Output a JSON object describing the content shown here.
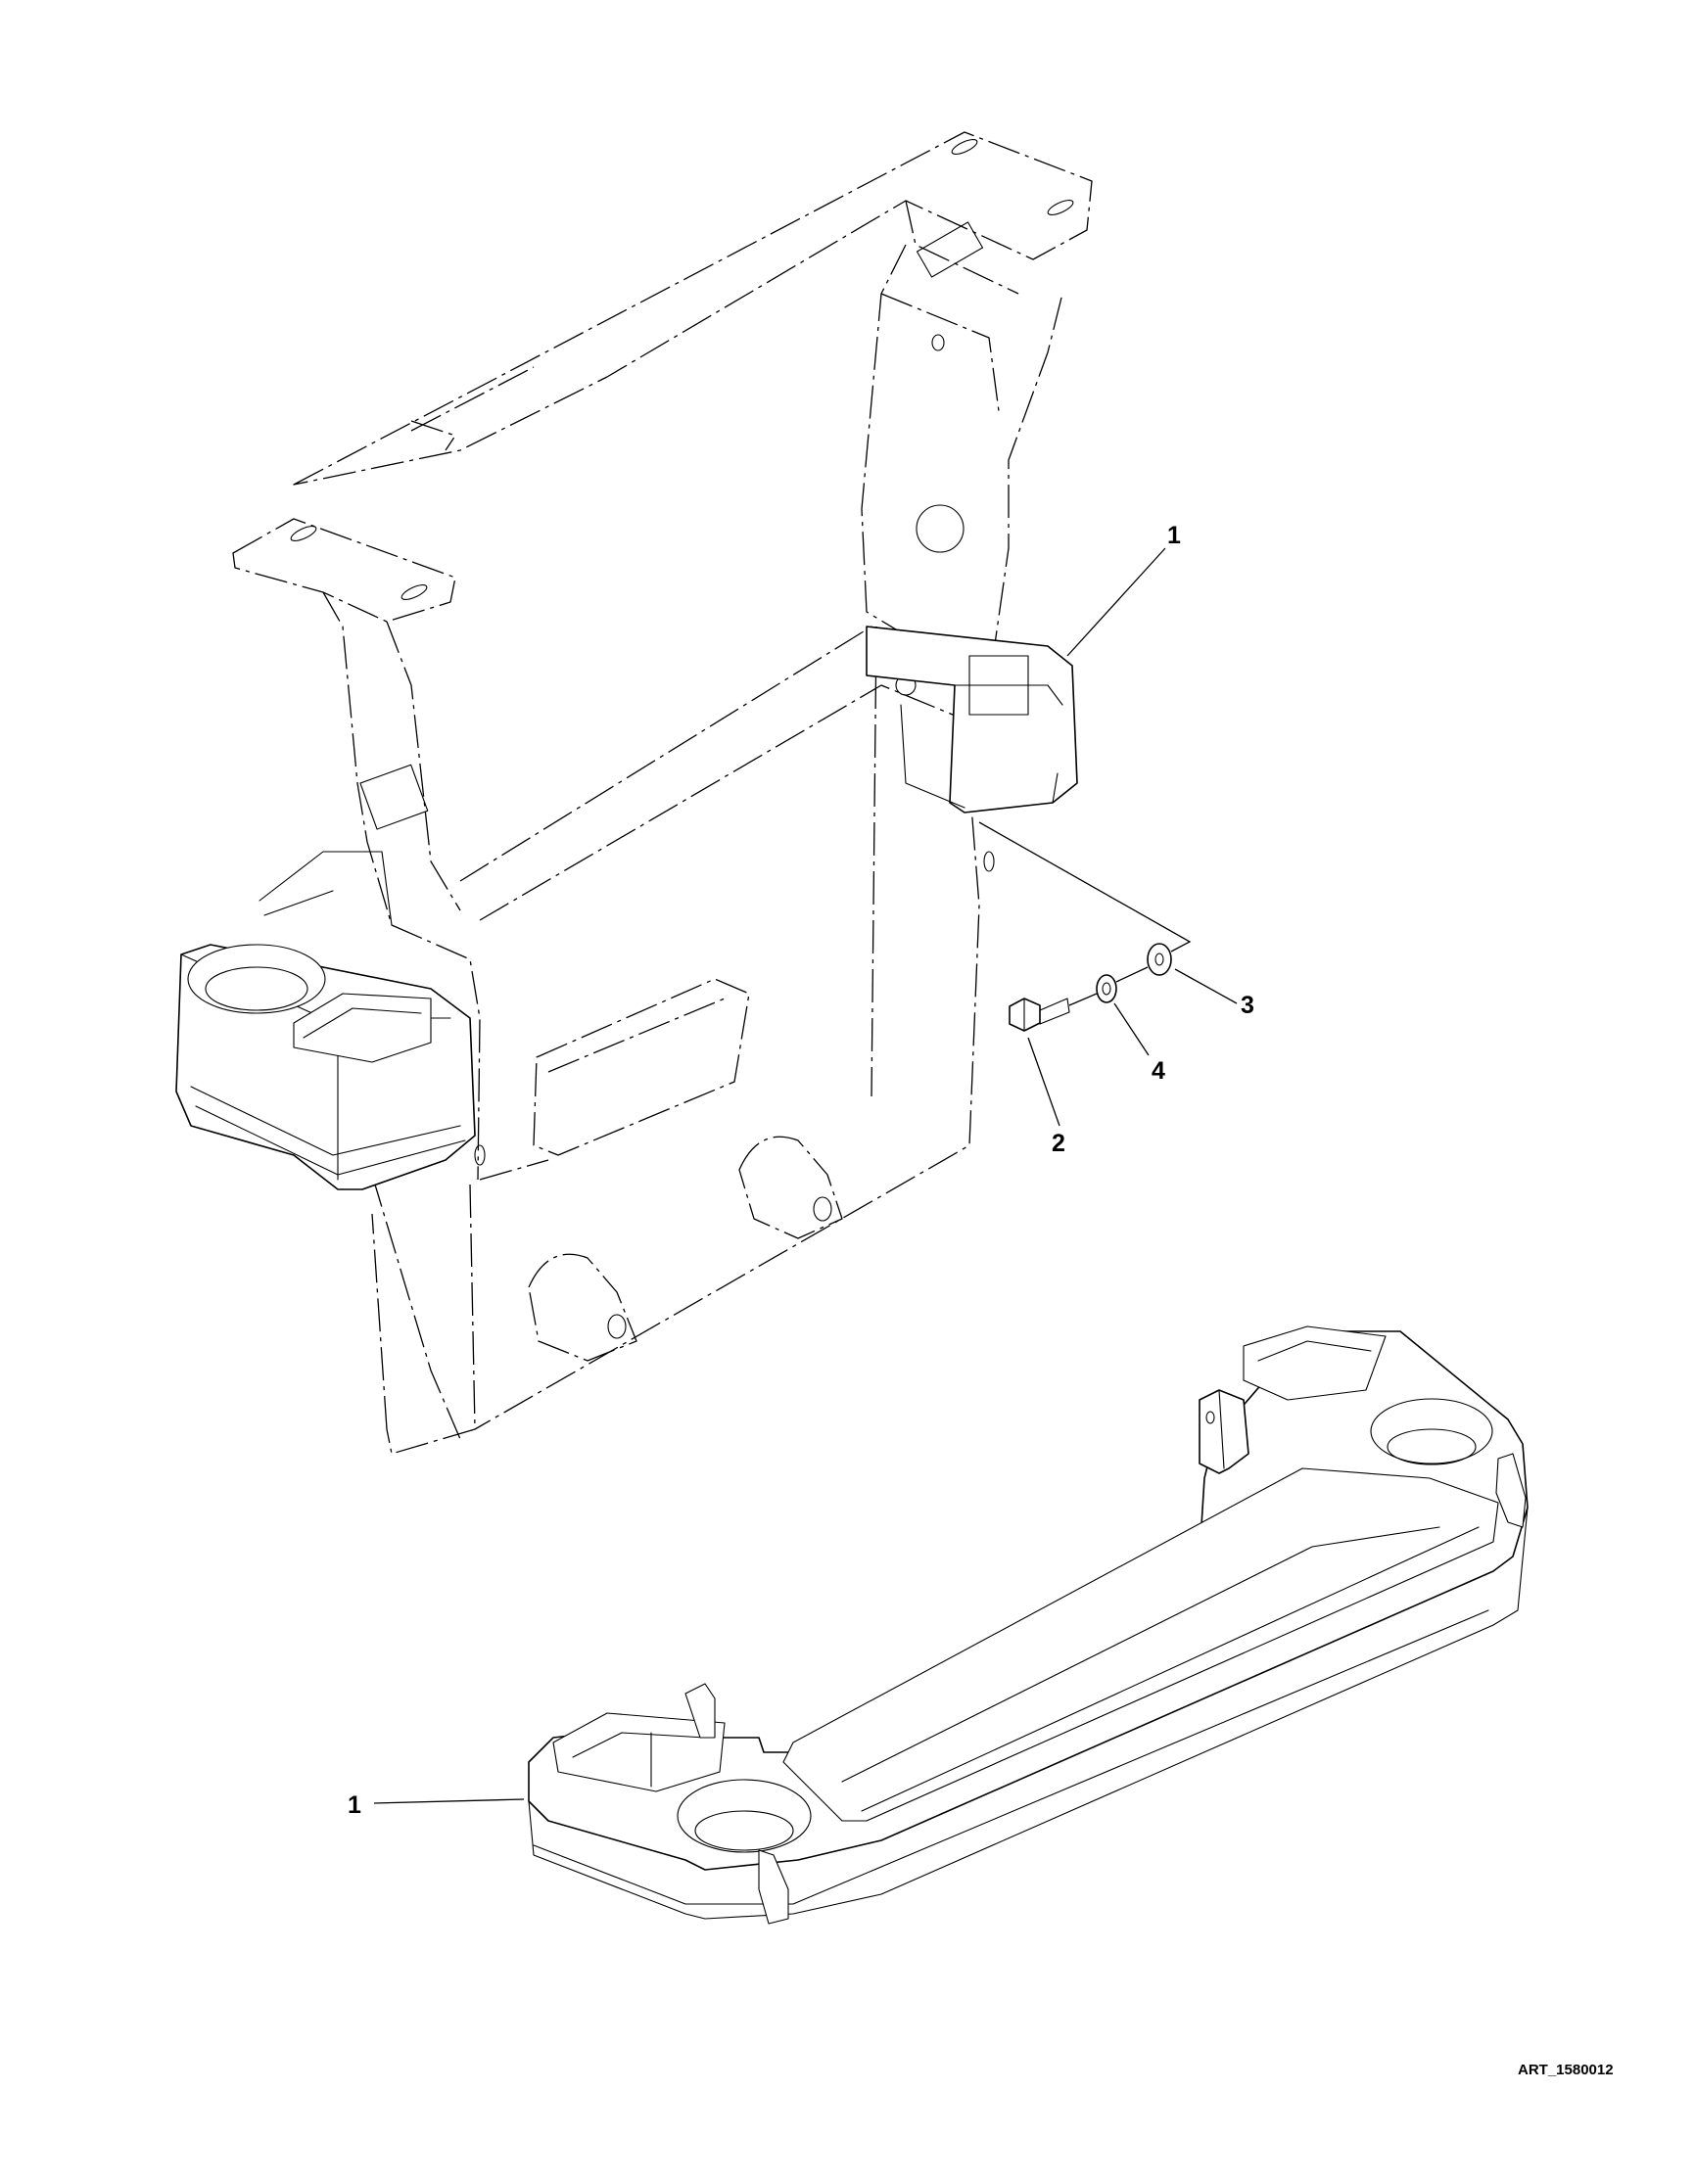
{
  "callouts": [
    {
      "id": "c1a",
      "label": "1"
    },
    {
      "id": "c1b",
      "label": "1"
    },
    {
      "id": "c2",
      "label": "2"
    },
    {
      "id": "c3",
      "label": "3"
    },
    {
      "id": "c4",
      "label": "4"
    }
  ],
  "art_id": "ART_1580012",
  "colors": {
    "line": "#000000",
    "background": "#ffffff"
  }
}
